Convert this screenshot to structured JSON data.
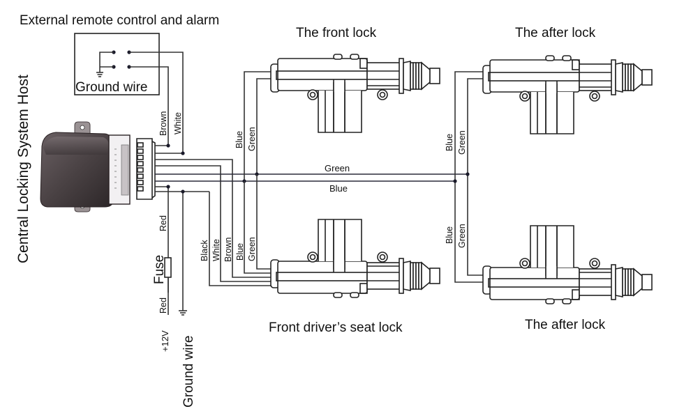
{
  "title_external": "External remote control and alarm",
  "host_label": "Central Locking System Host",
  "ground_wire_box_label": "Ground wire",
  "ground_wire_bottom_label": "Ground wire",
  "fuse_label": "Fuse",
  "voltage_label": "+12V",
  "locks": {
    "front_lock": "The front lock",
    "after_lock_top": "The after lock",
    "driver_lock": "Front driver’s seat lock",
    "after_lock_bottom": "The after lock"
  },
  "wires": {
    "alarm_brown": "Brown",
    "alarm_white": "White",
    "power_red_upper": "Red",
    "power_red_lower": "Red",
    "bus_green": "Green",
    "bus_blue": "Blue",
    "front_blue": "Blue",
    "front_green": "Green",
    "after_top_blue": "Blue",
    "after_top_green": "Green",
    "after_bottom_blue": "Blue",
    "after_bottom_green": "Green",
    "driver_black": "Black",
    "driver_white": "White",
    "driver_brown": "Brown",
    "driver_blue": "Blue",
    "driver_green": "Green"
  },
  "colors": {
    "line": "#333333",
    "bus_tint": "#2b2b3a",
    "module_body": "#4a4244",
    "module_face": "#f2f0f2"
  }
}
